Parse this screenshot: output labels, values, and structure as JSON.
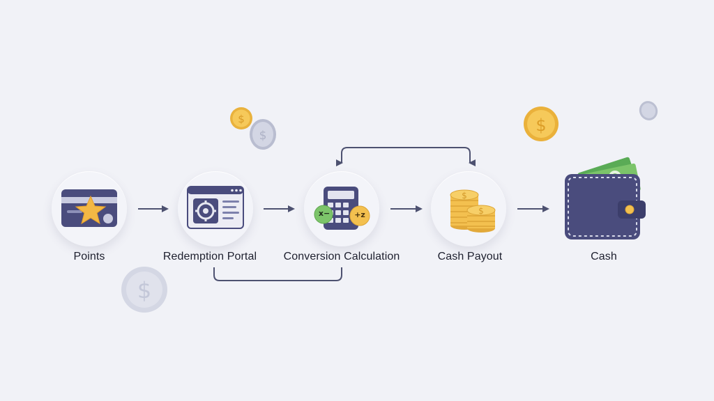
{
  "flow": {
    "steps": [
      {
        "id": "points",
        "label": "Points",
        "icon": "star-card-icon"
      },
      {
        "id": "redemption-portal",
        "label": "Redemption Portal",
        "icon": "browser-target-icon"
      },
      {
        "id": "conversion-calculation",
        "label": "Conversion Calculation",
        "icon": "calculator-icon"
      },
      {
        "id": "cash-payout",
        "label": "Cash Payout",
        "icon": "coin-stack-icon"
      },
      {
        "id": "cash",
        "label": "Cash",
        "icon": "wallet-icon"
      }
    ],
    "calculator_badges": {
      "left": "x−",
      "right": "+z"
    }
  },
  "colors": {
    "background": "#f1f2f7",
    "navy": "#4a4c7d",
    "gold": "#f3c04f",
    "green": "#7cc46a",
    "arrow": "#4d5170",
    "silver": "#c9ccdc"
  }
}
